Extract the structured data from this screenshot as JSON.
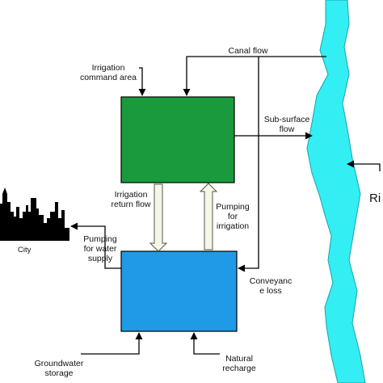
{
  "labels": {
    "canal_flow": "Canal flow",
    "irrigation_command_area": [
      "Irrigation",
      "command area"
    ],
    "sub_surface_flow": [
      "Sub-surface",
      "flow"
    ],
    "river": "Ri",
    "irrigation_return_flow": [
      "Irrigation",
      "return flow"
    ],
    "pumping_for_irrigation": [
      "Pumping",
      "for",
      "irrigation"
    ],
    "pumping_for_water_supply": [
      "Pumping",
      "for water",
      "supply"
    ],
    "city": "City",
    "conveyance_loss": [
      "Conveyanc",
      "e loss"
    ],
    "groundwater_storage": [
      "Groundwater",
      "storage"
    ],
    "natural_recharge": [
      "Natural",
      "recharge"
    ]
  },
  "colors": {
    "irrigation_box": "#1a9a3c",
    "groundwater_box": "#1f9be6",
    "river": "#33eef2",
    "city": "#000000",
    "pipe": "#f4f8e4"
  }
}
